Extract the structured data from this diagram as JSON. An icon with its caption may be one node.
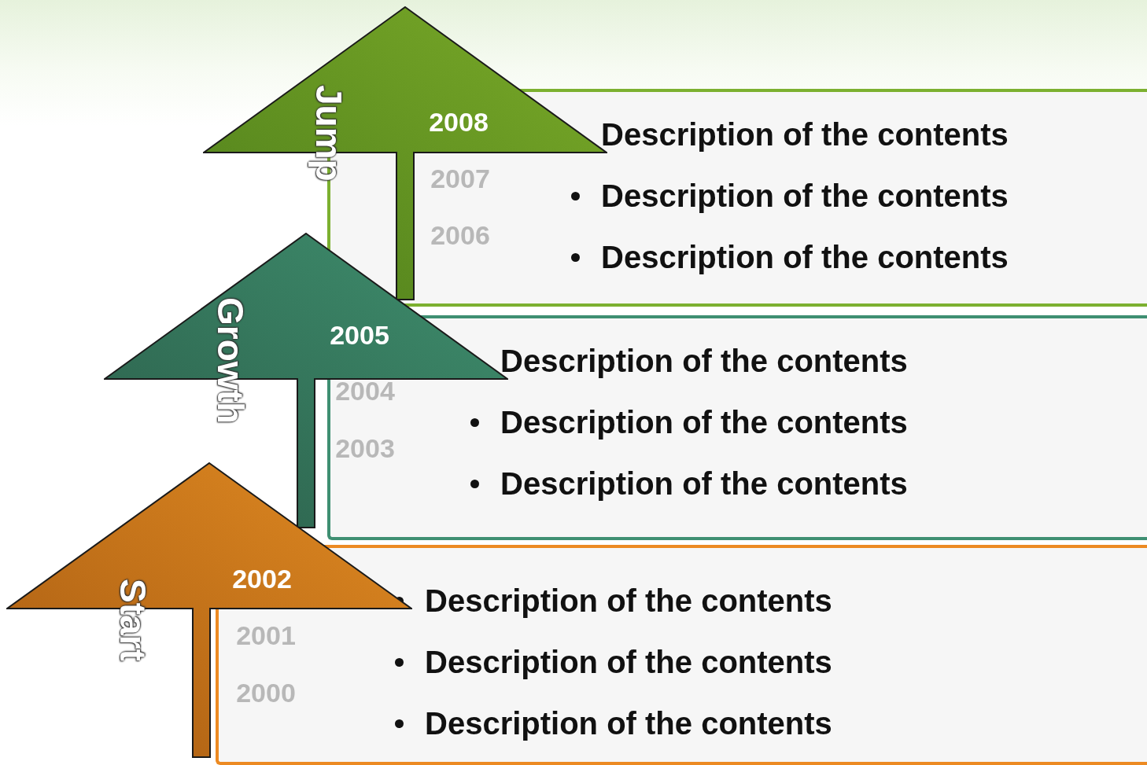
{
  "diagram": {
    "nodes": [
      {
        "text": [
          "Jump",
          "2008"
        ]
      },
      {
        "text": [
          "Description of the contents",
          "Description of the contents",
          "Description of the contents"
        ]
      },
      {
        "text": [
          "Growth",
          "2005"
        ]
      },
      {
        "text": [
          "Description of the contents",
          "Description of the contents",
          "Description of the contents"
        ]
      },
      {
        "text": [
          "Start",
          "2002"
        ]
      },
      {
        "text": [
          "Description of the contents",
          "Description of the contents",
          "Description of the contents"
        ]
      }
    ],
    "edges": [],
    "labels": [
      "2007",
      "2006",
      "2004",
      "2003",
      "2001",
      "2000"
    ]
  }
}
